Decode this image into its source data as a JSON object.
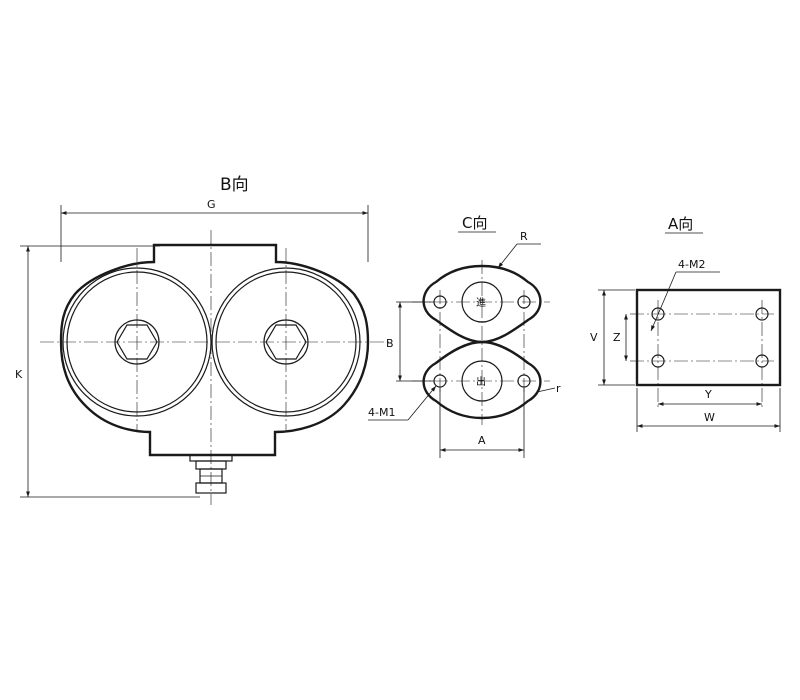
{
  "views": {
    "b_view": {
      "title": "B向",
      "dim_width": "G",
      "dim_height": "K"
    },
    "c_view": {
      "title": "C向",
      "label_outer_radius": "R",
      "label_port_spacing": "B",
      "label_bolt": "4-M1",
      "label_small_radius": "r",
      "label_width": "A",
      "port_inlet": "進",
      "port_outlet": "出"
    },
    "a_view": {
      "title": "A向",
      "label_bolt": "4-M2",
      "label_v": "V",
      "label_z": "Z",
      "label_y": "Y",
      "label_w": "W"
    }
  }
}
